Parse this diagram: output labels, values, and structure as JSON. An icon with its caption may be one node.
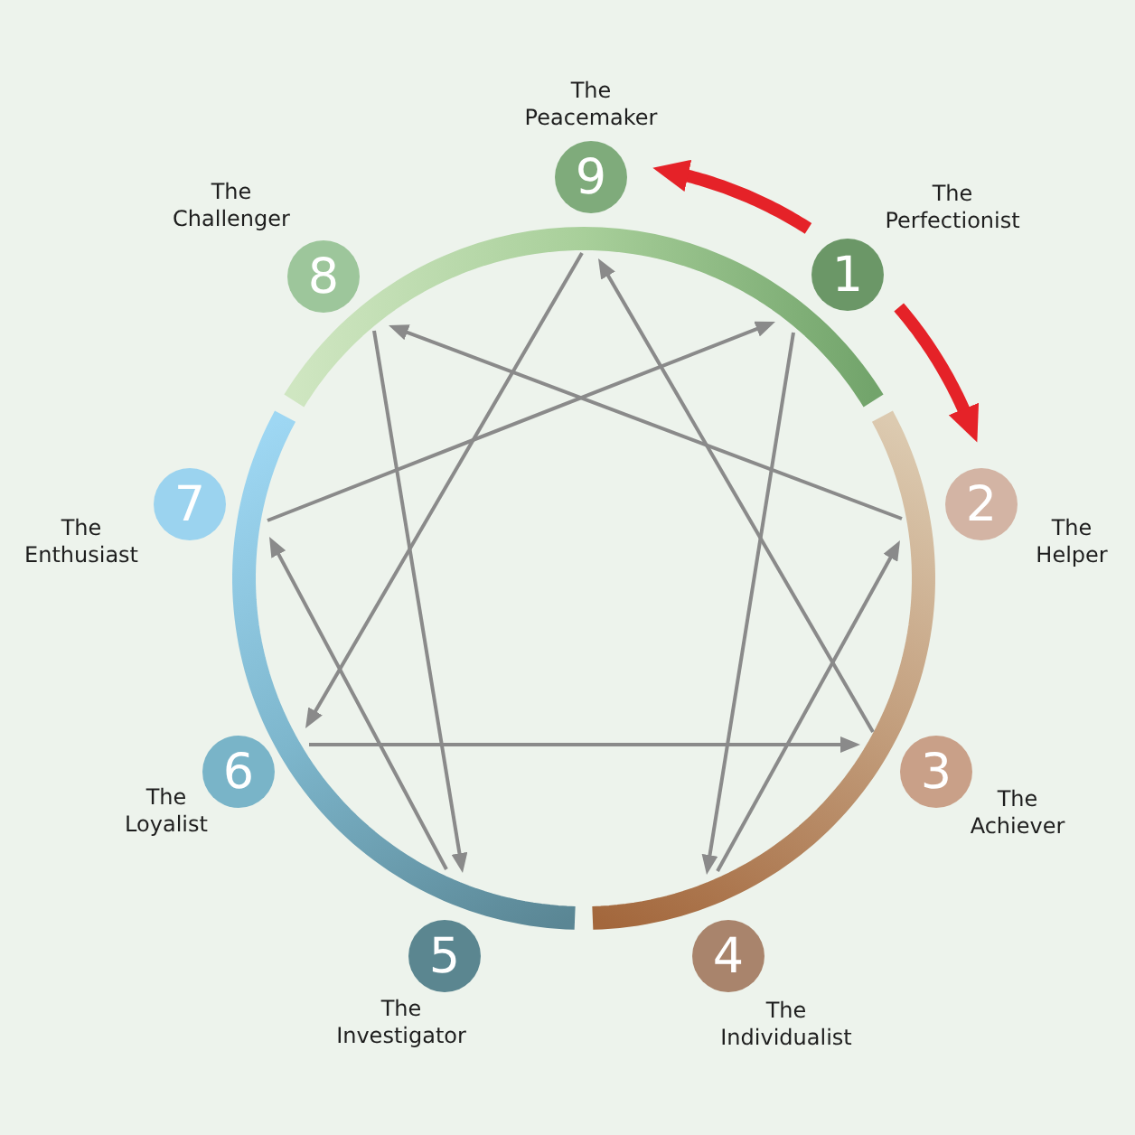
{
  "diagram": {
    "nodes": [
      {
        "text": [
          "9"
        ],
        "beside": [
          "The Peacemaker"
        ]
      },
      {
        "text": [
          "1"
        ],
        "beside": [
          "The Perfectionist"
        ]
      },
      {
        "text": [
          "2"
        ],
        "beside": [
          "The Helper"
        ]
      },
      {
        "text": [
          "3"
        ],
        "beside": [
          "The Achiever"
        ]
      },
      {
        "text": [
          "4"
        ],
        "beside": [
          "The Individualist"
        ]
      },
      {
        "text": [
          "5"
        ],
        "beside": [
          "The Investigator"
        ]
      },
      {
        "text": [
          "6"
        ],
        "beside": [
          "The Loyalist"
        ]
      },
      {
        "text": [
          "7"
        ],
        "beside": [
          "The Enthusiast"
        ]
      },
      {
        "text": [
          "8"
        ],
        "beside": [
          "The Challenger"
        ]
      }
    ],
    "edges": [
      {
        "from": 1,
        "to": 0,
        "arrow": "to",
        "style": "thick",
        "color": "#e52228"
      },
      {
        "from": 1,
        "to": 2,
        "arrow": "to",
        "style": "thick",
        "color": "#e52228"
      },
      {
        "from": 1,
        "to": 4,
        "arrow": "to"
      },
      {
        "from": 4,
        "to": 2,
        "arrow": "to"
      },
      {
        "from": 2,
        "to": 8,
        "arrow": "to"
      },
      {
        "from": 8,
        "to": 5,
        "arrow": "to"
      },
      {
        "from": 5,
        "to": 7,
        "arrow": "to"
      },
      {
        "from": 7,
        "to": 1,
        "arrow": "to"
      },
      {
        "from": 0,
        "to": 6,
        "arrow": "to"
      },
      {
        "from": 6,
        "to": 3,
        "arrow": "to"
      },
      {
        "from": 3,
        "to": 0,
        "arrow": "to"
      }
    ]
  }
}
